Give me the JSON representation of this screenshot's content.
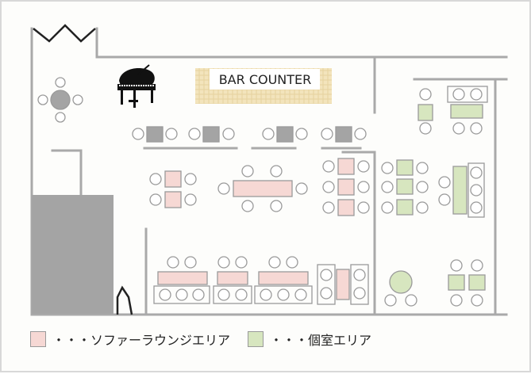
{
  "bar_counter": {
    "label": "BAR COUNTER"
  },
  "legend": {
    "sofa_label": "・・・ソファーラウンジエリア",
    "private_label": "・・・個室エリア"
  },
  "colors": {
    "wall": "#a9a9a9",
    "fill_dark": "#a4a4a4",
    "seat_outline": "#9a9a9a",
    "sofa": "#f6d8d4",
    "private": "#d7e6bf",
    "bar": "#f2e2b6"
  }
}
